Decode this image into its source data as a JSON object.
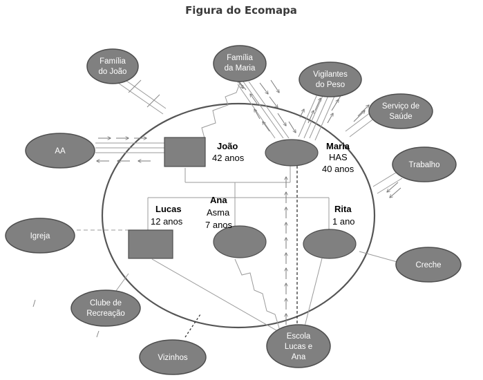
{
  "title": "Figura do Ecomapa",
  "family": {
    "joao": {
      "name": "João",
      "lines": [
        "42 anos"
      ]
    },
    "maria": {
      "name": "Maria",
      "lines": [
        "HAS",
        "40 anos"
      ]
    },
    "lucas": {
      "name": "Lucas",
      "lines": [
        "12 anos"
      ]
    },
    "ana": {
      "name": "Ana",
      "lines": [
        "Asma",
        "7 anos"
      ]
    },
    "rita": {
      "name": "Rita",
      "lines": [
        "1 ano"
      ]
    }
  },
  "resources": {
    "familia_joao": [
      "Família",
      "do João"
    ],
    "familia_maria": [
      "Família",
      "da Maria"
    ],
    "vigilantes_peso": [
      "Vigilantes",
      "do Peso"
    ],
    "servico_saude": [
      "Serviço de",
      "Saúde"
    ],
    "trabalho": [
      "Trabalho"
    ],
    "aa": [
      "AA"
    ],
    "igreja": [
      "Igreja"
    ],
    "creche": [
      "Creche"
    ],
    "clube_recreacao": [
      "Clube de",
      "Recreação"
    ],
    "vizinhos": [
      "Vizinhos"
    ],
    "escola": [
      "Escola",
      "Lucas e",
      "Ana"
    ]
  },
  "colors": {
    "node_fill": "#808080",
    "node_stroke": "#4d4d4d",
    "line": "#9a9a9a",
    "arrow": "#7a7a7a",
    "circle": "#555555",
    "dashed": "#333333"
  }
}
